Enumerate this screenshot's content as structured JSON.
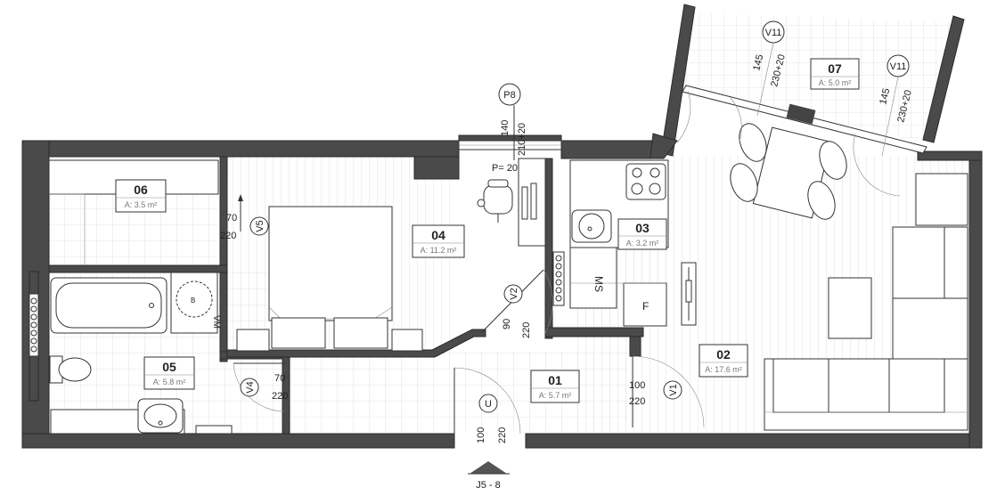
{
  "rooms": [
    {
      "number": "01",
      "area": "A: 5.7 m²"
    },
    {
      "number": "02",
      "area": "A: 17.6 m²"
    },
    {
      "number": "03",
      "area": "A: 3.2 m²"
    },
    {
      "number": "04",
      "area": "A: 11.2 m²"
    },
    {
      "number": "05",
      "area": "A: 5.8 m²"
    },
    {
      "number": "06",
      "area": "A: 3.5 m²"
    },
    {
      "number": "07",
      "area": "A: 5.0 m²"
    }
  ],
  "doors": [
    {
      "tag": "U",
      "width": "100",
      "height": "220"
    },
    {
      "tag": "V1",
      "width": "100",
      "height": "220"
    },
    {
      "tag": "V2",
      "width": "90",
      "height": "220"
    },
    {
      "tag": "V4",
      "width": "70",
      "height": "220"
    },
    {
      "tag": "V5",
      "width": "70",
      "height": "220"
    }
  ],
  "windows": [
    {
      "tag": "P8",
      "width": "140",
      "height": "210+20",
      "sill": "P= 20"
    },
    {
      "tag": "V11",
      "width": "145",
      "height": "230+20"
    },
    {
      "tag": "V11",
      "width": "145",
      "height": "230+20"
    }
  ],
  "fixtures": {
    "kitchen_ms": "MS",
    "kitchen_f": "F",
    "boiler": "B",
    "washing_machine": "VM"
  },
  "entrance_marker": "J5 - 8"
}
